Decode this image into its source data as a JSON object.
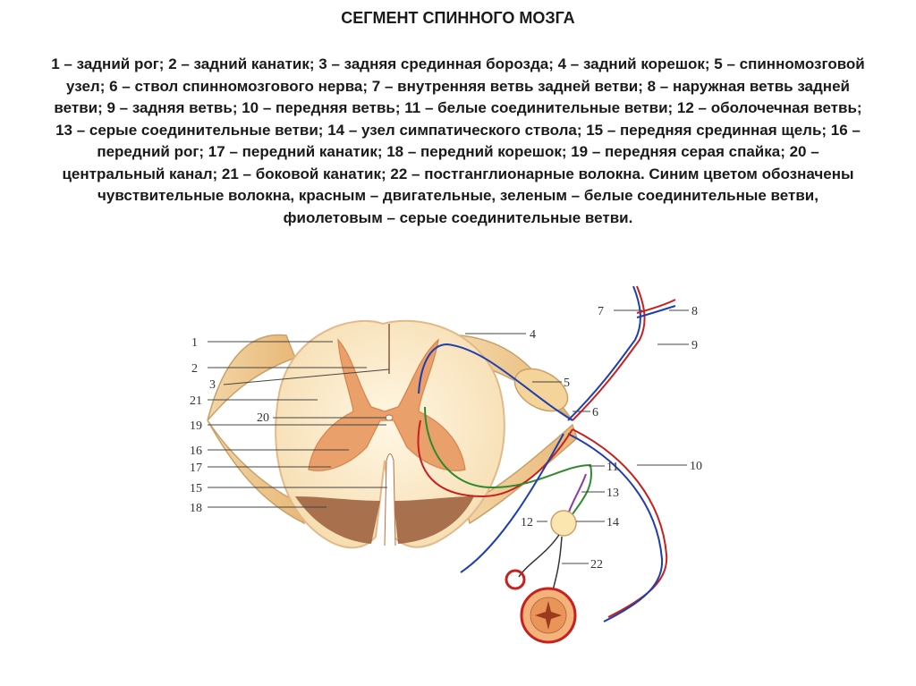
{
  "title": "СЕГМЕНТ СПИННОГО МОЗГА",
  "caption": "1 – задний рог; 2 – задний канатик; 3 – задняя срединная борозда; 4 – задний корешок; 5 – спинномозговой узел; 6 – ствол спинномозгового нерва; 7 – внутренняя ветвь задней ветви; 8 – наружная ветвь задней ветви; 9 – задняя ветвь; 10 – передняя ветвь; 11 – белые соединительные ветви; 12 – оболочечная ветвь; 13 – серые соединительные ветви; 14 – узел симпатического ствола; 15 – передняя срединная щель; 16 – передний рог; 17 – передний канатик; 18 – передний корешок; 19 – передняя серая спайка; 20 – центральный канал; 21 – боковой канатик; 22 – постганглионарные волокна. Синим цветом обозначены чувствительные волокна, красным – двигательные, зеленым – белые соединительные ветви, фиолетовым – серые соединительные ветви.",
  "labels": {
    "l1": "1",
    "l2": "2",
    "l3": "3",
    "l4": "4",
    "l5": "5",
    "l6": "6",
    "l7": "7",
    "l8": "8",
    "l9": "9",
    "l10": "10",
    "l11": "11",
    "l12": "12",
    "l13": "13",
    "l14": "14",
    "l15": "15",
    "l16": "16",
    "l17": "17",
    "l18": "18",
    "l19": "19",
    "l20": "20",
    "l21": "21",
    "l22": "22"
  },
  "colors": {
    "sensory": "#1f3fb0",
    "motor": "#c8201e",
    "white_rami": "#2e8a2e",
    "gray_rami": "#8a3fa0",
    "white_matter": "#fbe9c6",
    "gray_matter": "#e9955a"
  }
}
